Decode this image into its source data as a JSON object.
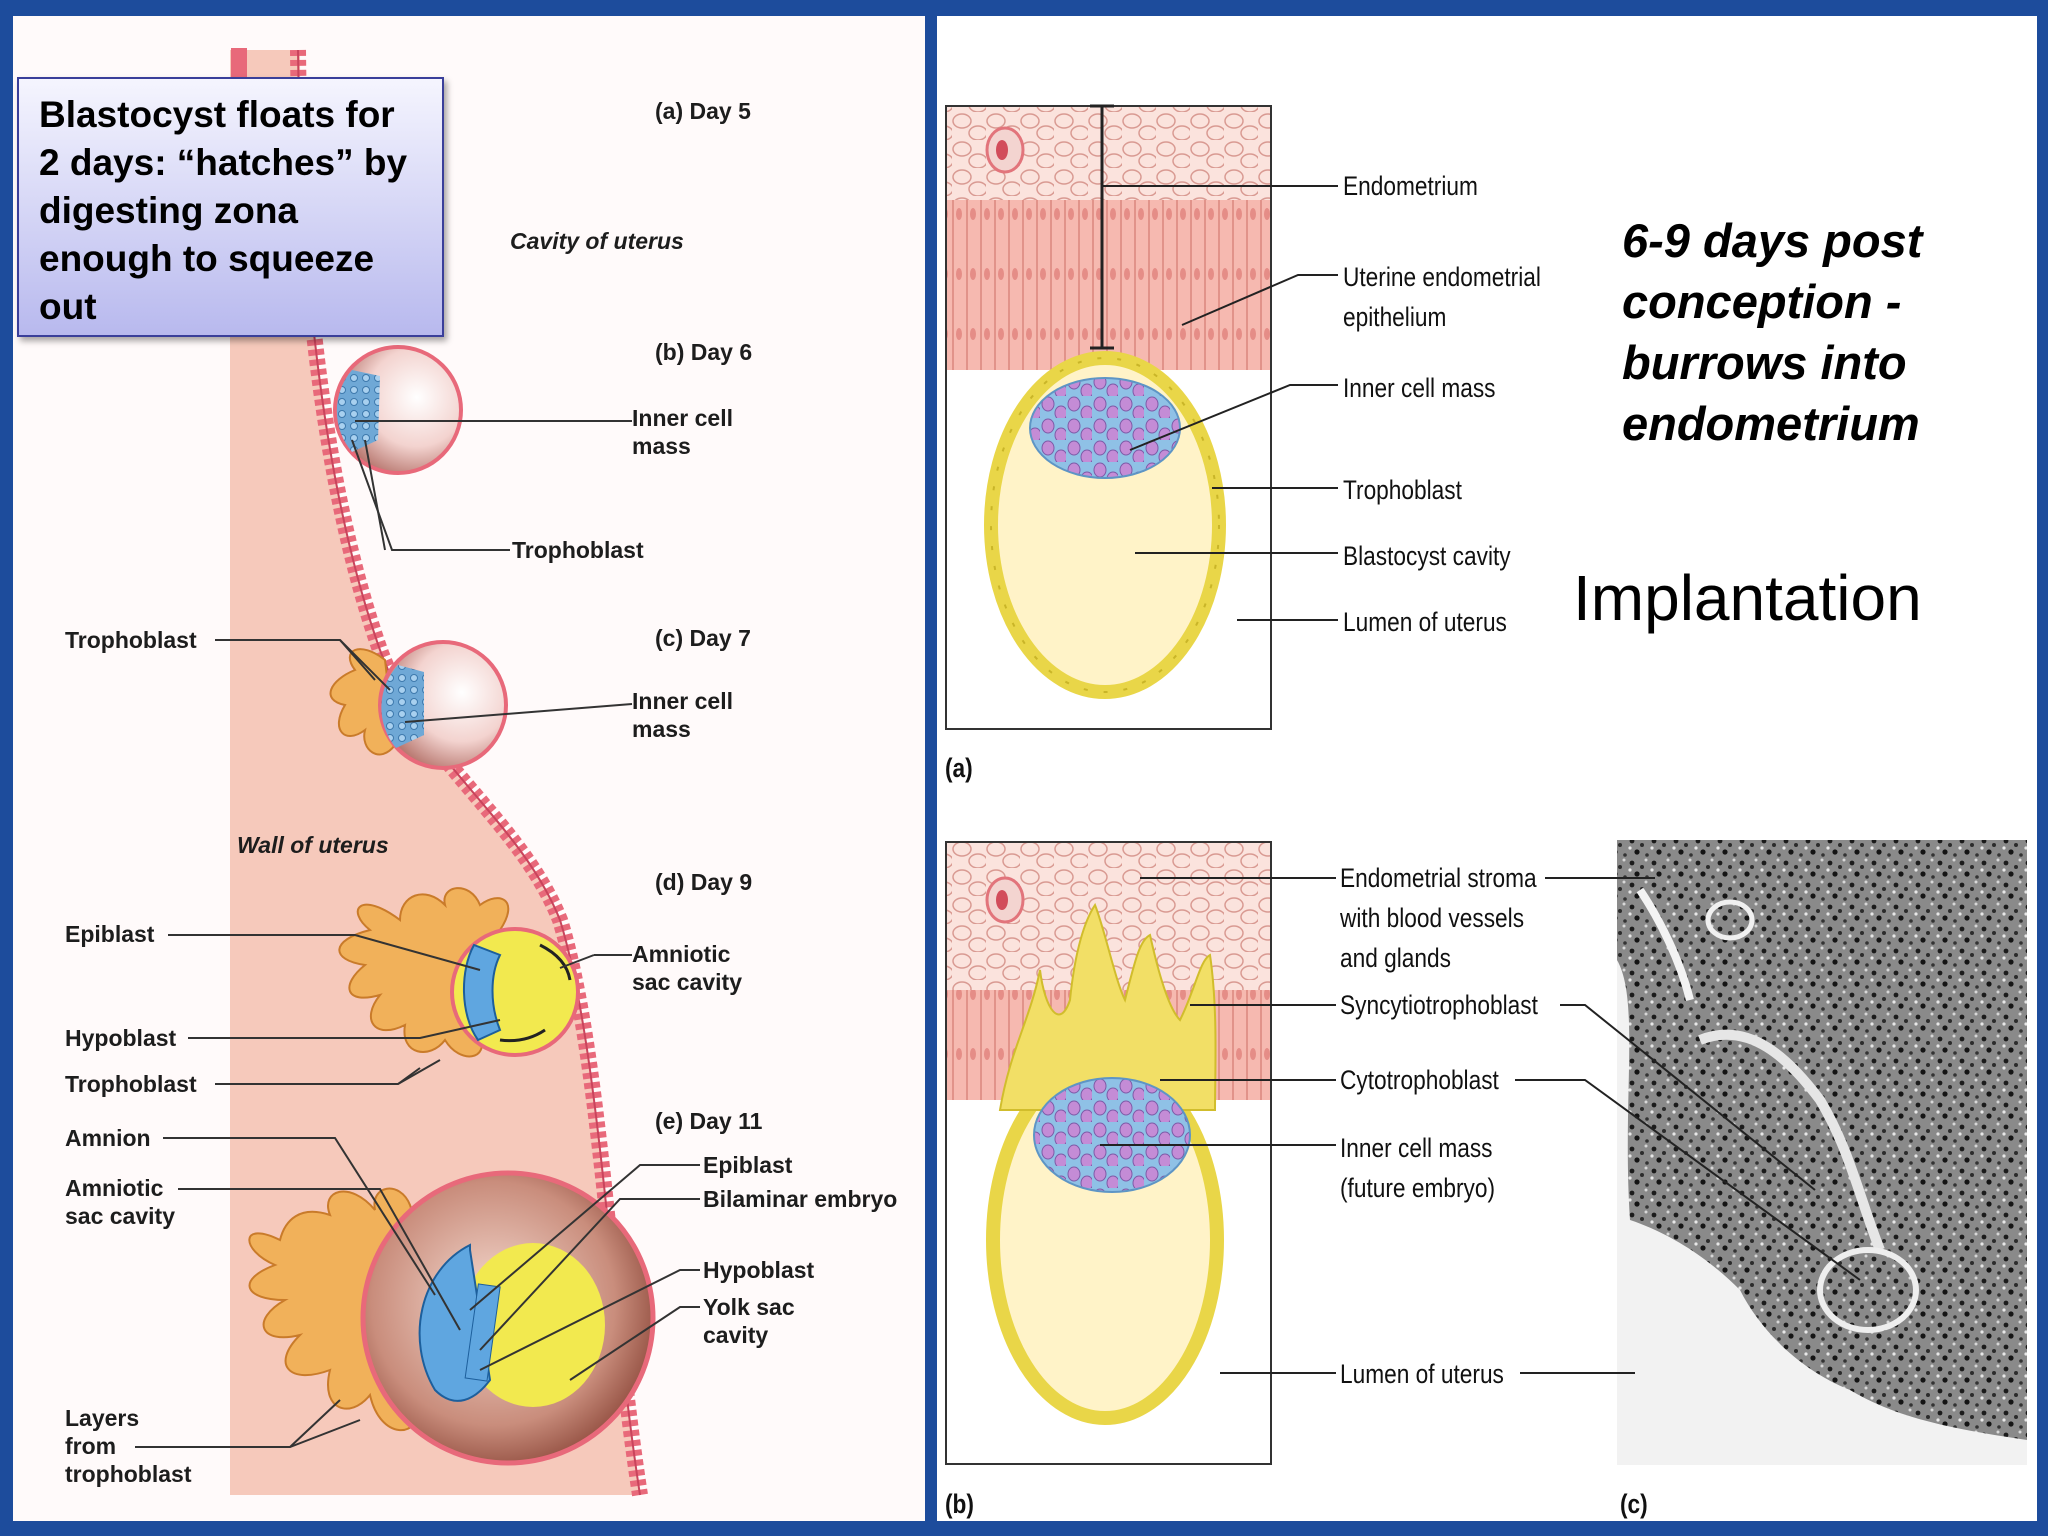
{
  "callout": {
    "text": "Blastocyst floats for 2 days: “hatches” by digesting zona enough to squeeze out"
  },
  "subtitle": "6-9 days post\nconception -\nburrows into\nendometrium",
  "title": "Implantation",
  "left_figure": {
    "stages": [
      {
        "label": "(a) Day 5"
      },
      {
        "label": "(b) Day 6"
      },
      {
        "label": "(c) Day 7"
      },
      {
        "label": "(d) Day 9"
      },
      {
        "label": "(e) Day 11"
      }
    ],
    "cavity_label": "Cavity of uterus",
    "wall_label": "Wall of uterus",
    "labels": {
      "b_inner_cell_mass": "Inner cell\nmass",
      "b_trophoblast": "Trophoblast",
      "c_trophoblast": "Trophoblast",
      "c_inner_cell_mass": "Inner cell\nmass",
      "d_epiblast": "Epiblast",
      "d_amniotic_sac_cavity": "Amniotic\nsac cavity",
      "d_hypoblast": "Hypoblast",
      "d_trophoblast": "Trophoblast",
      "e_amnion": "Amnion",
      "e_amniotic_sac_cavity": "Amniotic\nsac cavity",
      "e_epiblast": "Epiblast",
      "e_bilaminar_embryo": "Bilaminar embryo",
      "e_hypoblast": "Hypoblast",
      "e_yolk_sac_cavity": "Yolk sac\ncavity",
      "e_layers_from_trophoblast": "Layers\nfrom\ntrophoblast"
    }
  },
  "right_figure": {
    "panel_a": {
      "tag": "(a)",
      "labels": {
        "endometrium": "Endometrium",
        "uterine_epithelium": "Uterine endometrial\nepithelium",
        "inner_cell_mass": "Inner cell mass",
        "trophoblast": "Trophoblast",
        "blastocyst_cavity": "Blastocyst cavity",
        "lumen": "Lumen of uterus"
      }
    },
    "panel_b": {
      "tag": "(b)",
      "labels": {
        "stroma": "Endometrial stroma\nwith blood vessels\nand glands",
        "syncytiotrophoblast": "Syncytiotrophoblast",
        "cytotrophoblast": "Cytotrophoblast",
        "inner_cell_mass": "Inner cell mass\n(future embryo)",
        "lumen": "Lumen of uterus"
      }
    },
    "panel_c": {
      "tag": "(c)"
    }
  },
  "colors": {
    "frame_blue": "#1d4c9c",
    "uterus_wall": "#f6c9bb",
    "trophoblast_orange": "#f1b15a",
    "inner_cell_mass_blue": "#7fb3de",
    "yolk_sac_yellow": "#f2e94f",
    "blastocyst_cavity": "#fff3c8"
  }
}
